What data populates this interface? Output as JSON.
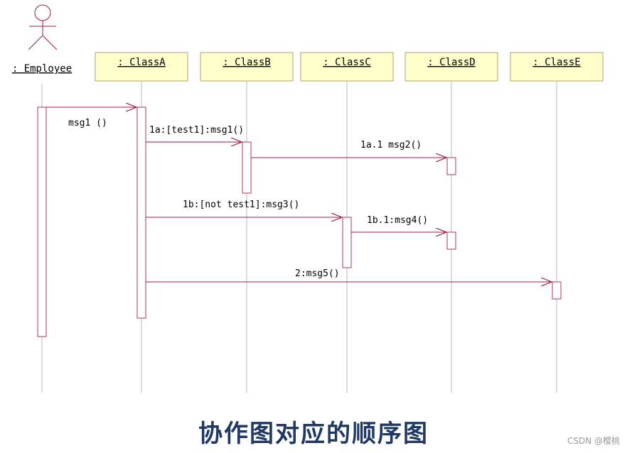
{
  "actor": {
    "label": ": Employee"
  },
  "objects": [
    {
      "label": ": ClassA"
    },
    {
      "label": ": ClassB"
    },
    {
      "label": ": ClassC"
    },
    {
      "label": ": ClassD"
    },
    {
      "label": ": ClassE"
    }
  ],
  "messages": [
    {
      "label": "msg1 ()"
    },
    {
      "label": "1a:[test1]:msg1()"
    },
    {
      "label": "1a.1 msg2()"
    },
    {
      "label": "1b:[not test1]:msg3()"
    },
    {
      "label": "1b.1:msg4()"
    },
    {
      "label": "2:msg5()"
    }
  ],
  "caption": "协作图对应的顺序图",
  "watermark": "CSDN @樱桃",
  "colors": {
    "object_fill": "#ffffcc",
    "object_border": "#b5a06a",
    "arrow": "#a0184e",
    "activation": "#b0306a",
    "lifeline": "#b8b8b8",
    "caption": "#1f3864"
  }
}
